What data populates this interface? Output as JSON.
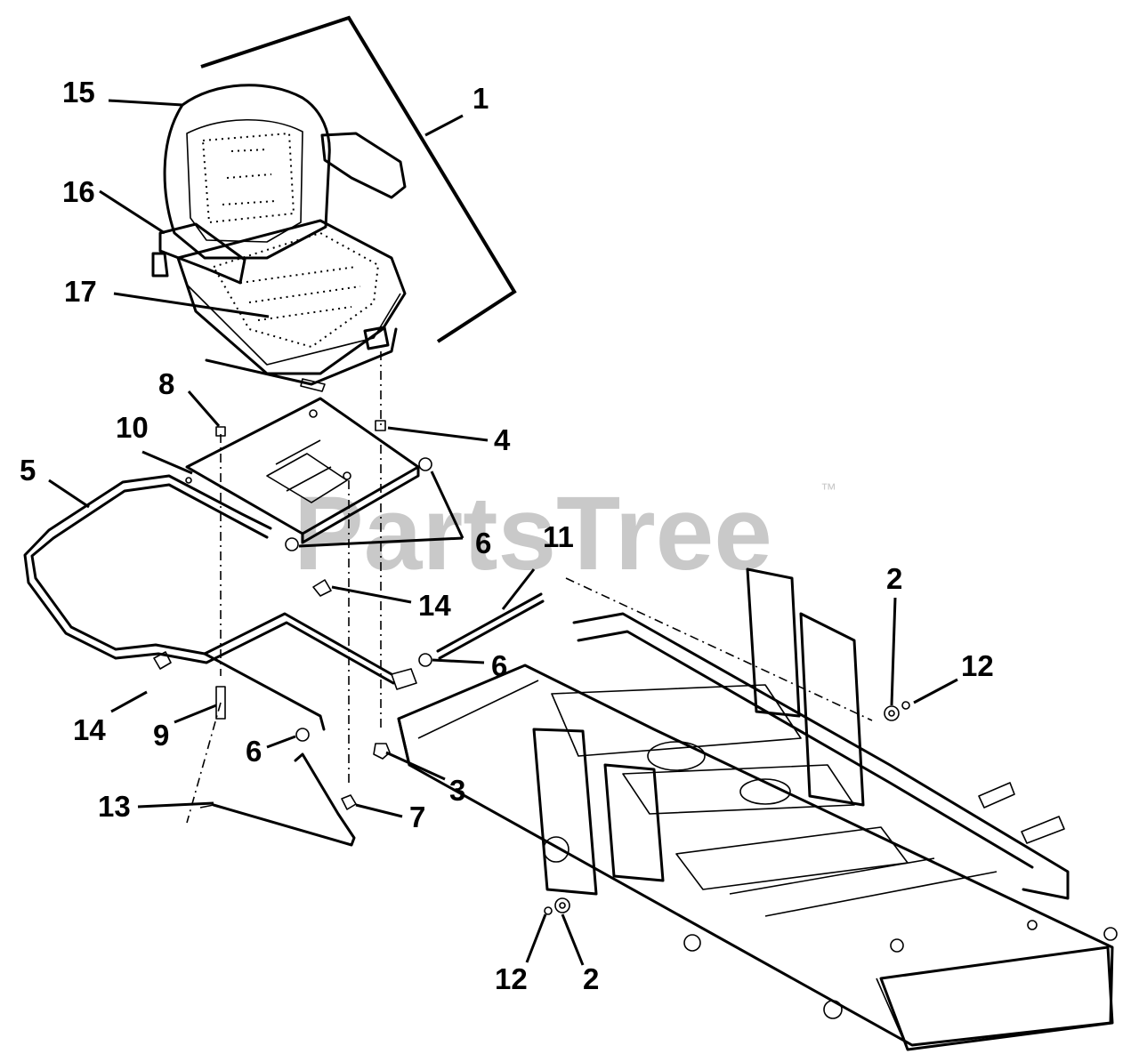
{
  "watermark": {
    "text": "PartsTree",
    "trademark": "™"
  },
  "callouts": {
    "c1": "1",
    "c2a": "2",
    "c2b": "2",
    "c3": "3",
    "c4": "4",
    "c5": "5",
    "c6a": "6",
    "c6b": "6",
    "c6c": "6",
    "c7": "7",
    "c8": "8",
    "c9": "9",
    "c10": "10",
    "c11": "11",
    "c12a": "12",
    "c12b": "12",
    "c13": "13",
    "c14a": "14",
    "c14b": "14",
    "c15": "15",
    "c16": "16",
    "c17": "17"
  }
}
